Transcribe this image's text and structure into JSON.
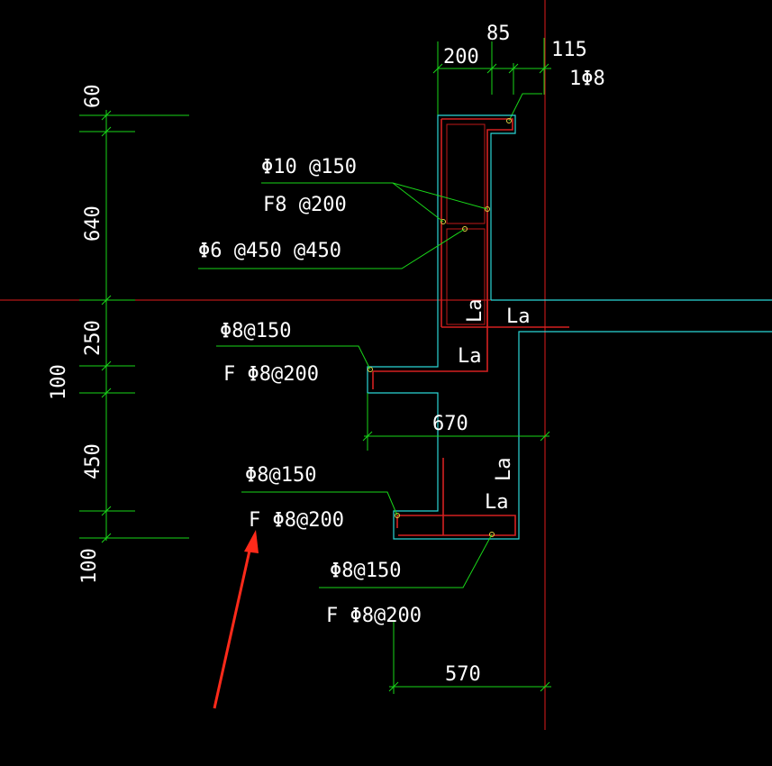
{
  "colors": {
    "background": "#000000",
    "dimension": "#19d619",
    "axis": "#e01b1b",
    "concrete": "#2bd6d6",
    "rebar": "#d42020",
    "text": "#ffffff",
    "arrow": "#ff2a1a"
  },
  "dimensions": {
    "top_200": "200",
    "top_85": "85",
    "top_115": "115",
    "left_60": "60",
    "left_640": "640",
    "left_250": "250",
    "left_100_mid": "100",
    "left_450": "450",
    "left_100_bottom": "100",
    "mid_670": "670",
    "bottom_570": "570"
  },
  "labels": {
    "corner_bar": "1Φ8",
    "wall_main": "Φ10 @150",
    "wall_dist": "F8 @200",
    "tie_bar": "Φ6 @450 @450",
    "step1_main": "Φ8@150",
    "step1_dist": "F Φ8@200",
    "step2_main": "Φ8@150",
    "step2_dist": "F Φ8@200",
    "step3_main": "Φ8@150",
    "step3_dist": "F Φ8@200",
    "la_1": "La",
    "la_2": "La",
    "la_3": "La",
    "la_4": "La",
    "la_5": "La"
  }
}
